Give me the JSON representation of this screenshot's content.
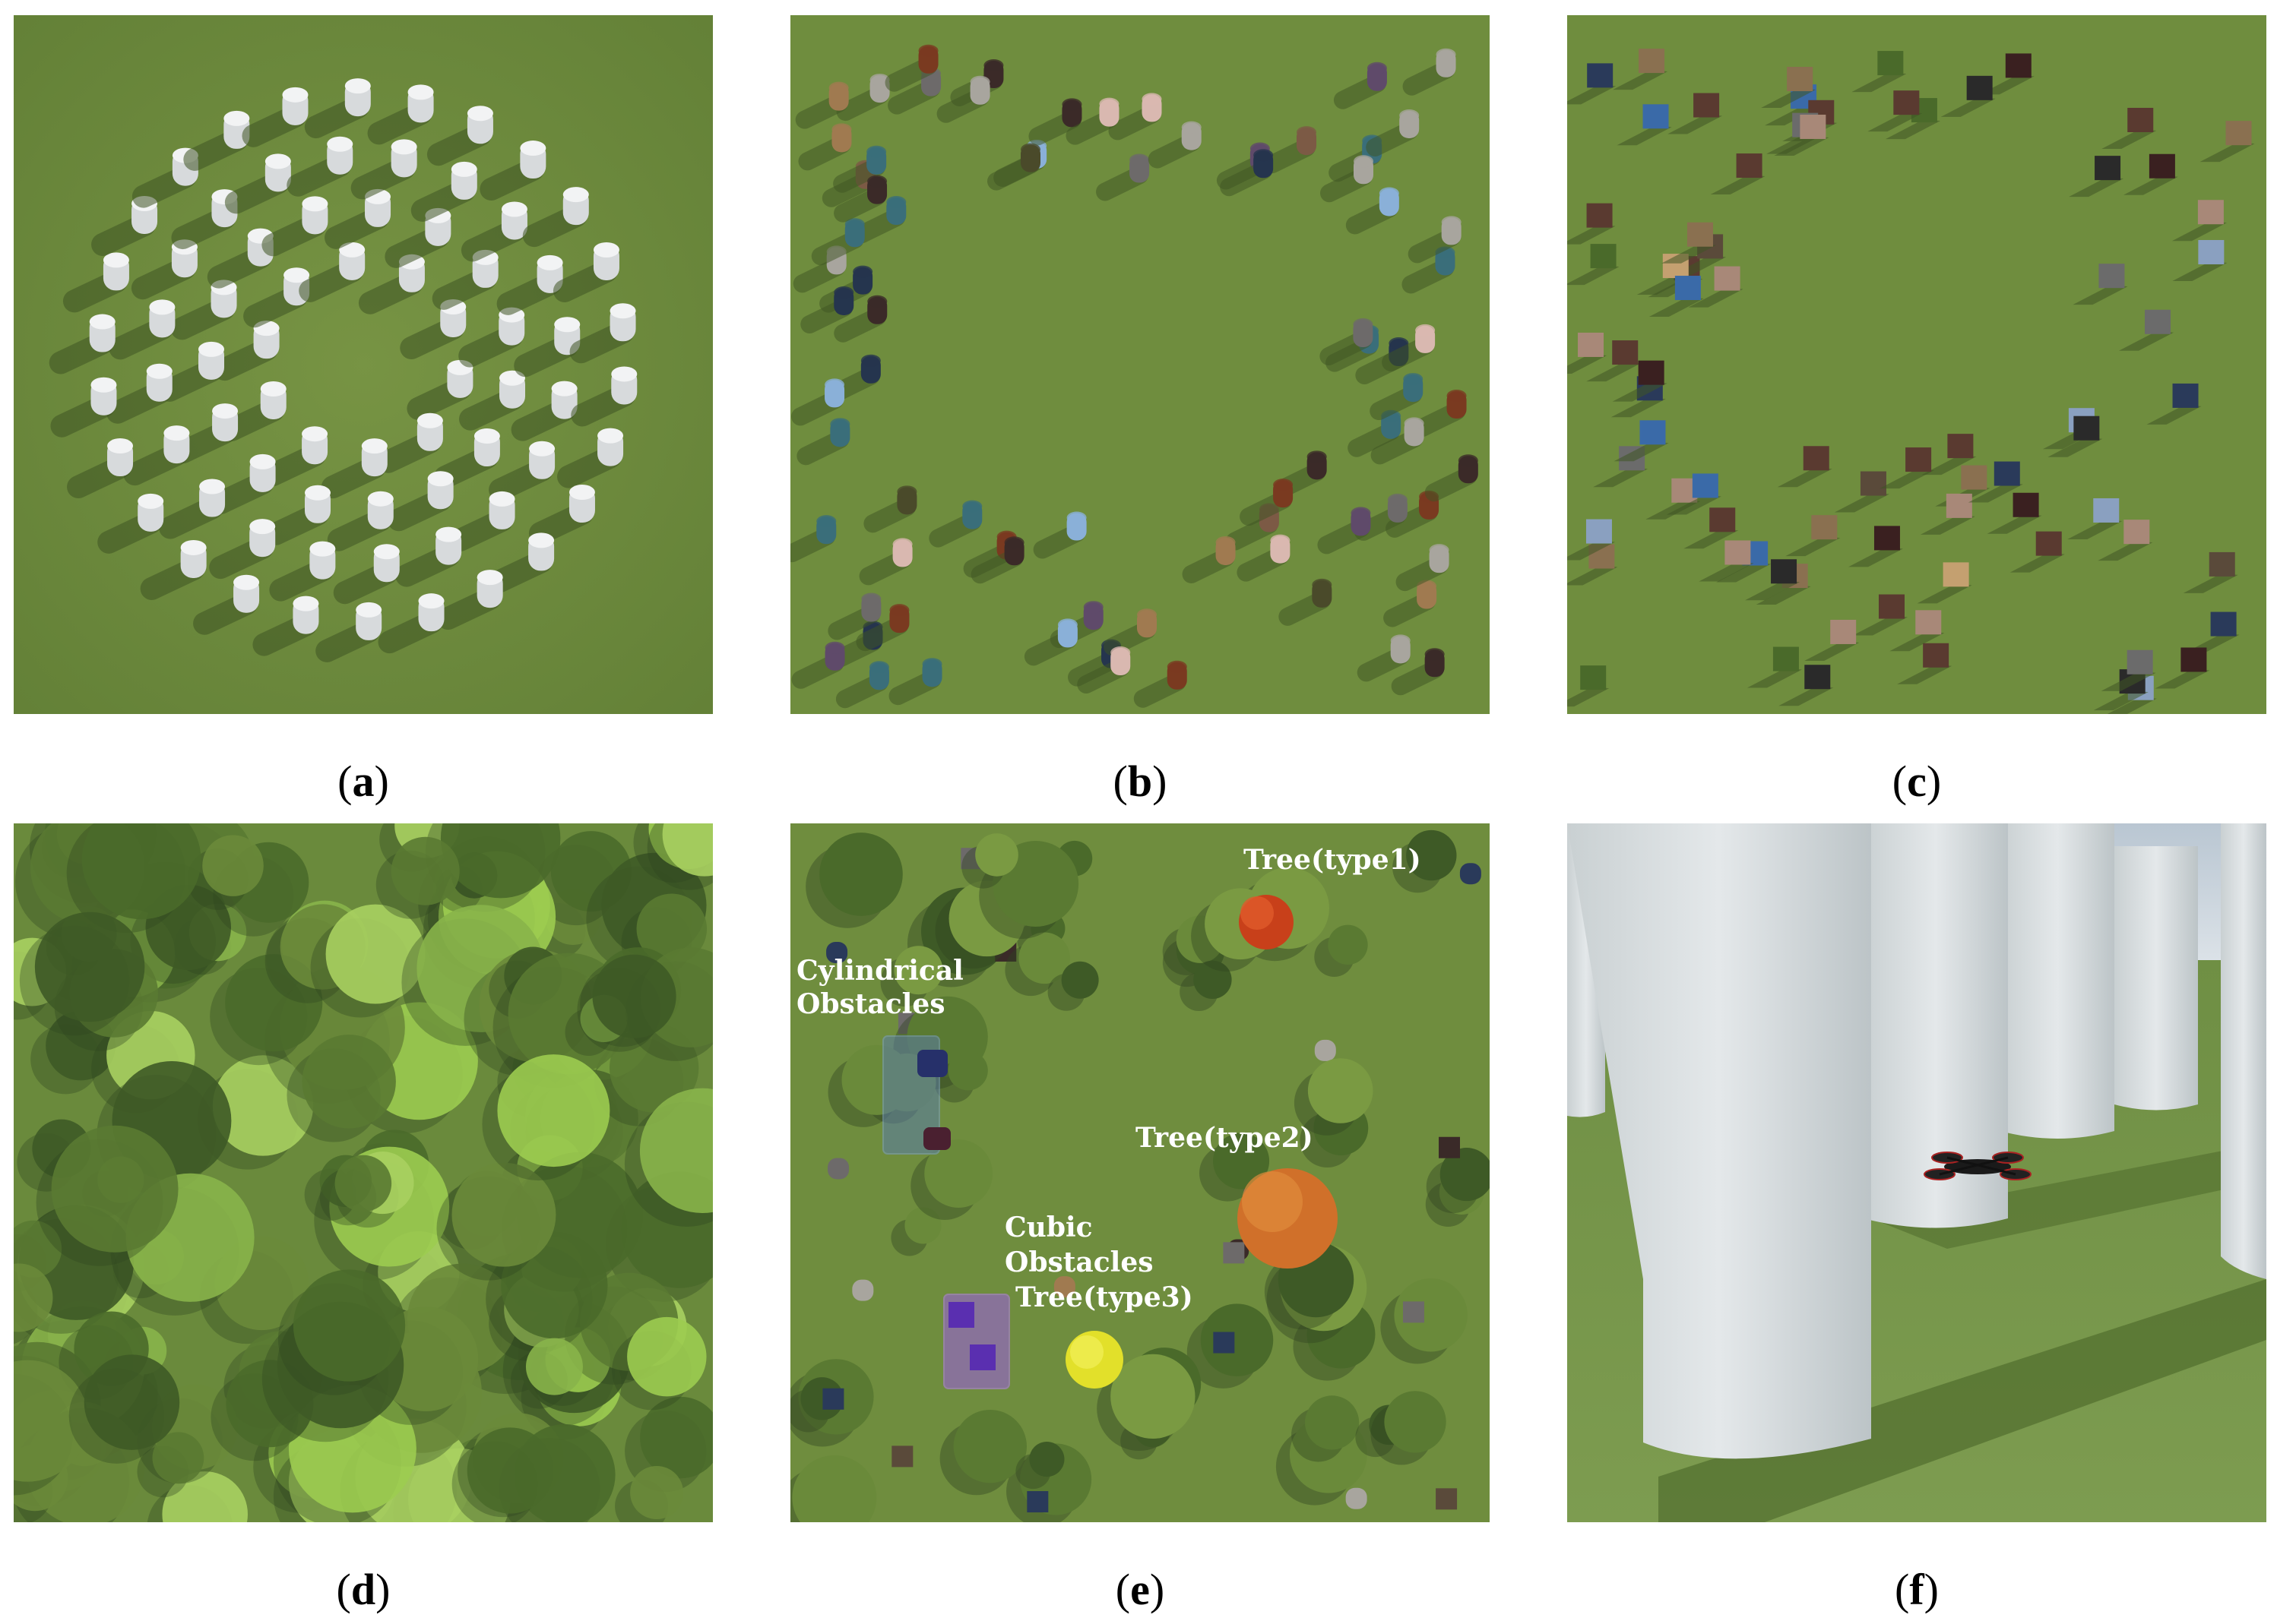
{
  "figure": {
    "panels": [
      {
        "id": "a",
        "caption": {
          "open": "(",
          "letter": "a",
          "close": ")"
        }
      },
      {
        "id": "b",
        "caption": {
          "open": "(",
          "letter": "b",
          "close": ")"
        }
      },
      {
        "id": "c",
        "caption": {
          "open": "(",
          "letter": "c",
          "close": ")"
        }
      },
      {
        "id": "d",
        "caption": {
          "open": "(",
          "letter": "d",
          "close": ")"
        }
      },
      {
        "id": "e",
        "caption": {
          "open": "(",
          "letter": "e",
          "close": ")"
        }
      },
      {
        "id": "f",
        "caption": {
          "open": "(",
          "letter": "f",
          "close": ")"
        }
      }
    ],
    "annotations": {
      "cylindrical_line1": "Cylindrical",
      "cylindrical_line2": "Obstacles",
      "cubic_line1": "Cubic",
      "cubic_line2": "Obstacles",
      "tree_type1": "Tree(type1)",
      "tree_type2": "Tree(type2)",
      "tree_type3": "Tree(type3)"
    },
    "colors": {
      "grass": "#6f8d3e",
      "grass_dark": "#5d7a33",
      "cylinder_white": "#e6e8ea",
      "shadow": "#3f5524",
      "tree_type1": "#c8401a",
      "tree_type2": "#d0702a",
      "tree_type3": "#e2e02a",
      "cyl_highlight": "#5b7da8",
      "cube_highlight": "#9a63d6",
      "sky": "#cfd8e0"
    }
  }
}
